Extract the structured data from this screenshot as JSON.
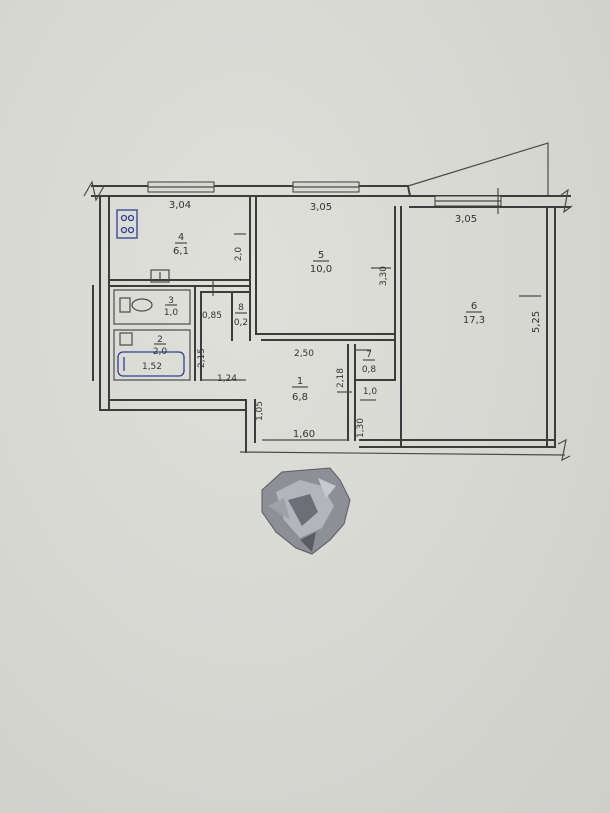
{
  "rooms": [
    {
      "id": "4",
      "area": "6,1"
    },
    {
      "id": "5",
      "area": "10,0"
    },
    {
      "id": "6",
      "area": "17,3"
    },
    {
      "id": "3",
      "area": "1,0"
    },
    {
      "id": "2",
      "area": "2,0"
    },
    {
      "id": "8",
      "area": "0,2"
    },
    {
      "id": "1",
      "area": "6,8"
    },
    {
      "id": "7",
      "area": "0,8"
    }
  ],
  "dimensions": {
    "kitchen_top": "3,04",
    "room5_top": "3,05",
    "room6_top": "3,05",
    "kitchen_side": "2,0",
    "room5_side": "3,30",
    "room6_side": "5,25",
    "wc_width": "0,85",
    "hall_width": "2,50",
    "bath_height": "2,15",
    "bath_length": "1,52",
    "hall_left": "1,24",
    "hall_entry_side": "1,05",
    "hall_entry_width": "1,60",
    "closet_side": "2,18",
    "closet_depth": "1,0",
    "hall_right": "1,30"
  }
}
